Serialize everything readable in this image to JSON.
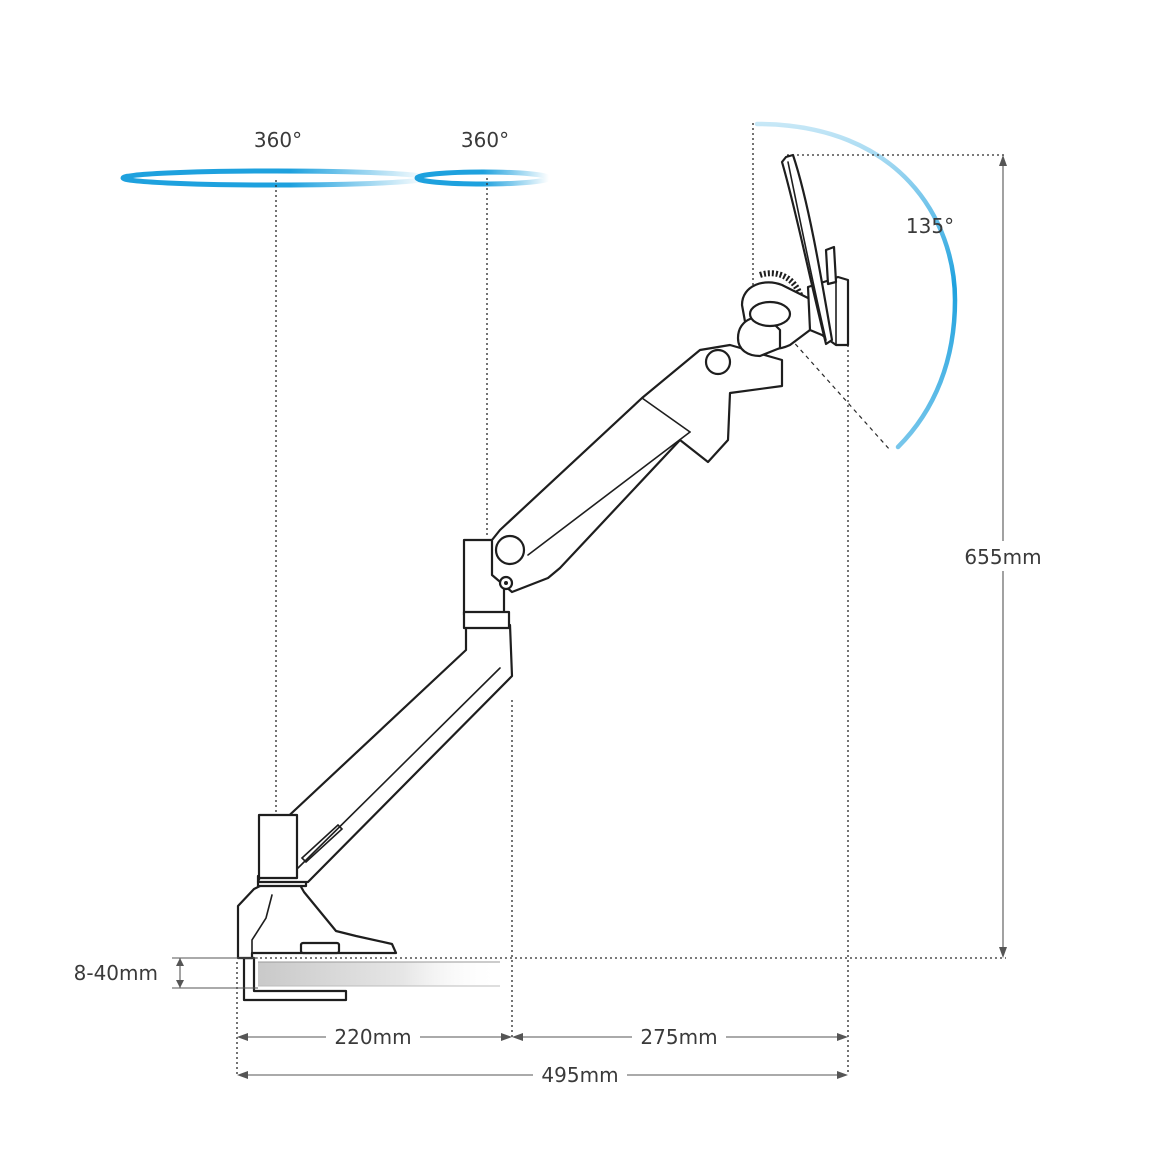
{
  "labels": {
    "rotation_base": "360°",
    "rotation_mid": "360°",
    "tilt": "135°",
    "height": "655mm",
    "clamp_range": "8-40mm",
    "reach_lower": "220mm",
    "reach_upper": "275mm",
    "reach_total": "495mm"
  },
  "colors": {
    "accent": "#1ea1de",
    "line": "#1e1e1e"
  }
}
